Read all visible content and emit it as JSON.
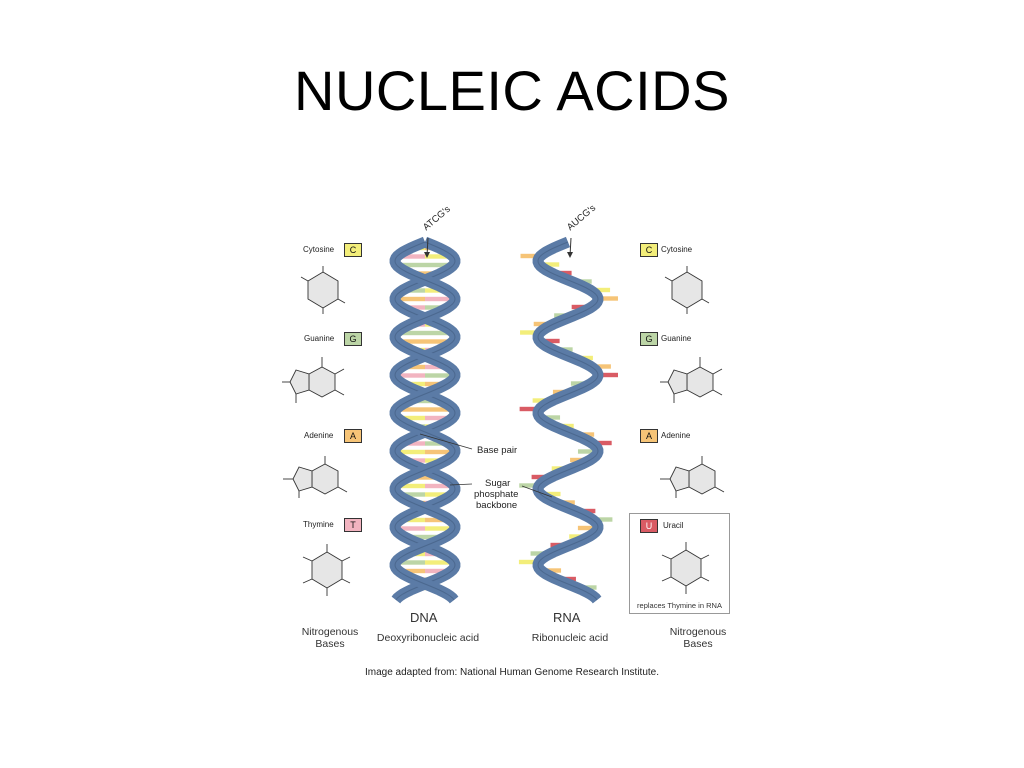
{
  "slide": {
    "title": "NUCLEIC ACIDS"
  },
  "colors": {
    "backbone": "#5b7ba6",
    "backbone_edge": "#3c5678",
    "cytosine": "#f3ee7a",
    "guanine": "#bcd5a6",
    "adenine": "#f6c477",
    "thymine": "#f2b4c0",
    "uracil": "#d95b64"
  },
  "bases": {
    "cytosine": {
      "name": "Cytosine",
      "letter": "C"
    },
    "guanine": {
      "name": "Guanine",
      "letter": "G"
    },
    "adenine": {
      "name": "Adenine",
      "letter": "A"
    },
    "thymine": {
      "name": "Thymine",
      "letter": "T"
    },
    "uracil": {
      "name": "Uracil",
      "letter": "U"
    }
  },
  "dna": {
    "label": "DNA",
    "full_name": "Deoxyribonucleic acid",
    "arrow_label": "ATCG's"
  },
  "rna": {
    "label": "RNA",
    "full_name": "Ribonucleic acid",
    "arrow_label": "AUCG's"
  },
  "annotations": {
    "base_pair": "Base pair",
    "backbone_line1": "Sugar",
    "backbone_line2": "phosphate",
    "backbone_line3": "backbone"
  },
  "captions": {
    "left_line1": "Nitrogenous",
    "left_line2": "Bases",
    "right_line1": "Nitrogenous",
    "right_line2": "Bases"
  },
  "uracil_note": "replaces Thymine in RNA",
  "credit": "Image adapted from: National Human Genome Research Institute."
}
